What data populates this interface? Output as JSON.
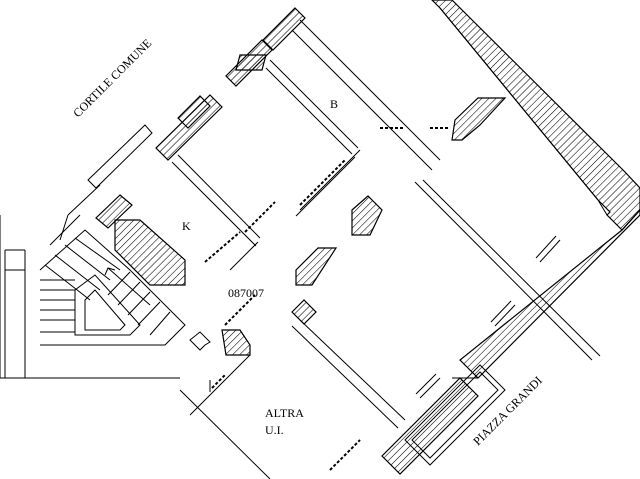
{
  "labels": {
    "courtyard": "CORTILE COMUNE",
    "room_b": "B",
    "room_k": "K",
    "unit_code": "087007",
    "other_unit_line1": "ALTRA",
    "other_unit_line2": "U.I.",
    "square": "PIAZZA GRANDI"
  },
  "colors": {
    "line": "#000000",
    "background": "#ffffff"
  }
}
